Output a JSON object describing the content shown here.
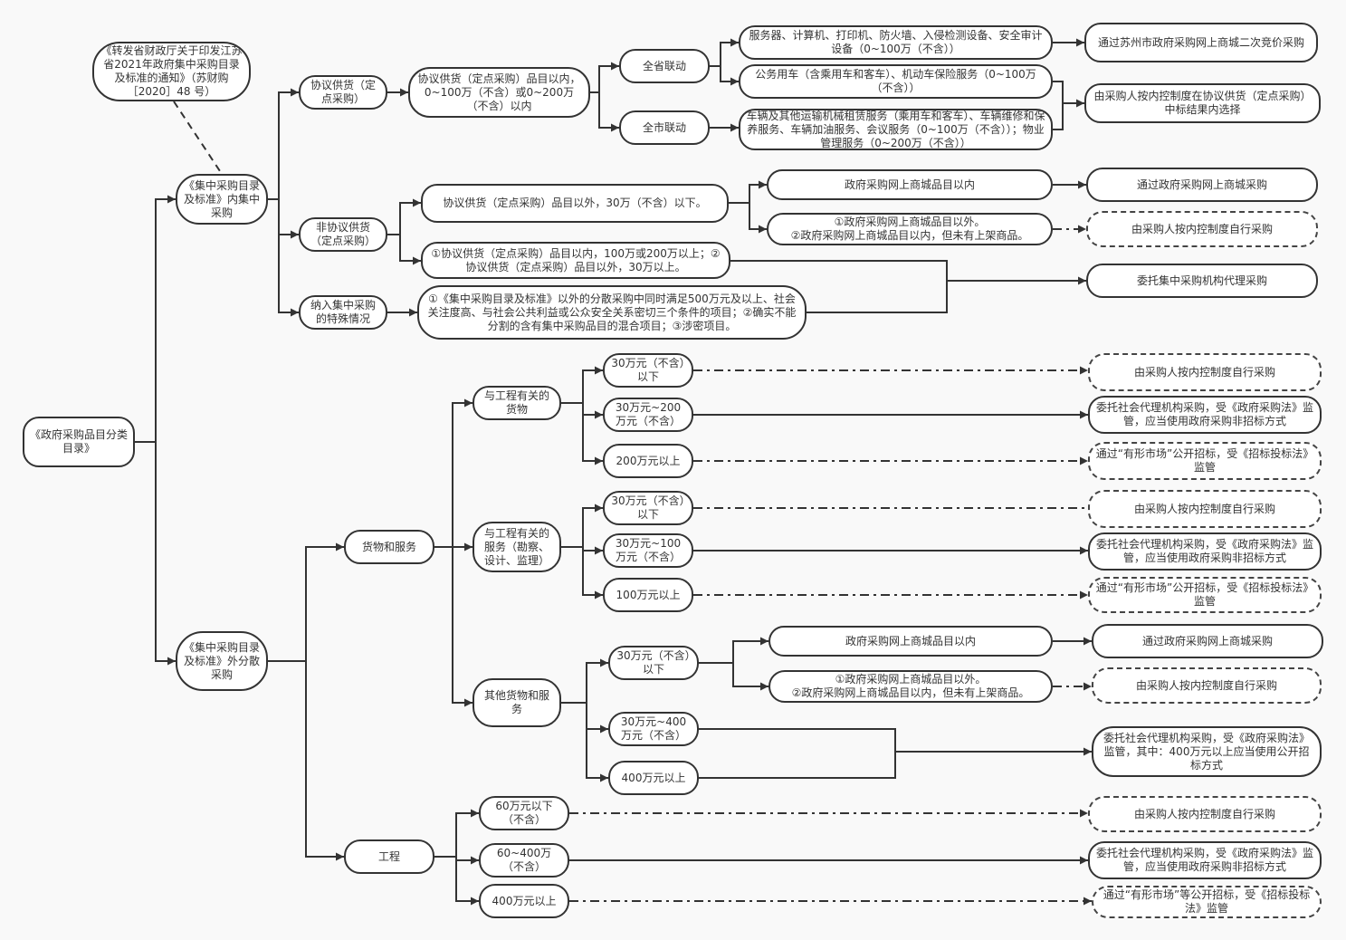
{
  "diagram": {
    "title": "《政府采购品目分类目录》",
    "colors": {
      "stroke": "#333333",
      "node_fill": "#ffffff",
      "background": "#f9f9f9",
      "text": "#333333"
    },
    "nodes": {
      "root": "《政府采购品目分类目录》",
      "notice": "《转发省财政厅关于印发江苏省2021年政府集中采购目录及标准的通知》（苏财购［2020］48 号）",
      "inside": "《集中采购目录及标准》内集中采购",
      "outside": "《集中采购目录及标准》外分散采购",
      "agreement": "协议供货（定点采购）",
      "non_agreement": "非协议供货（定点采购）",
      "special": "纳入集中采购的特殊情况",
      "agreement_range": "协议供货（定点采购）品目以内，0~100万（不含）或0~200万（不含）以内",
      "province": "全省联动",
      "city": "全市联动",
      "servers": "服务器、计算机、打印机、防火墙、入侵检测设备、安全审计设备（0~100万（不含））",
      "vehicles": "公务用车（含乘用车和客车）、机动车保险服务（0~100万（不含））",
      "rentals": "车辆及其他运输机械租赁服务（乘用车和客车）、车辆维修和保养服务、车辆加油服务、会议服务（0~100万（不含））；物业管理服务（0~200万（不含））",
      "suzhou_bid": "通过苏州市政府采购网上商城二次竞价采购",
      "select_in_agreement": "由采购人按内控制度在协议供货（定点采购）中标结果内选择",
      "outside_below30": "协议供货（定点采购）品目以外，30万（不含）以下。",
      "above_thresholds": "①协议供货（定点采购）品目以内，100万或200万以上；②协议供货（定点采购）品目以外，30万以上。",
      "special_desc": "①《集中采购目录及标准》以外的分散采购中同时满足500万元及以上、社会关注度高、与社会公共利益或公众安全关系密切三个条件的项目；②确实不能分割的含有集中采购品目的混合项目；③涉密项目。",
      "mall_in_1": "政府采购网上商城品目以内",
      "mall_out_1": "①政府采购网上商城品目以外。\n②政府采购网上商城品目以内，但未有上架商品。",
      "mall_buy_1": "通过政府采购网上商城采购",
      "self_1": "由采购人按内控制度自行采购",
      "central_agent": "委托集中采购机构代理采购",
      "goods_services": "货物和服务",
      "engineering": "工程",
      "eng_goods": "与工程有关的货物",
      "eng_services": "与工程有关的服务（勘察、设计、监理）",
      "other_goods": "其他货物和服务",
      "eg_below30": "30万元（不含）以下",
      "eg_30_200": "30万元~200万元（不含）",
      "eg_above200": "200万元以上",
      "es_below30": "30万元（不含）以下",
      "es_30_100": "30万元~100万元（不含）",
      "es_above100": "100万元以上",
      "og_below30": "30万元（不含）以下",
      "og_30_400": "30万元~400万元（不含）",
      "og_above400": "400万元以上",
      "en_below60": "60万元以下（不含）",
      "en_60_400": "60~400万（不含）",
      "en_above400": "400万元以上",
      "r_eg_self": "由采购人按内控制度自行采购",
      "r_eg_agent": "委托社会代理机构采购，受《政府采购法》监管，应当使用政府采购非招标方式",
      "r_eg_market": "通过“有形市场”公开招标，受《招标投标法》监管",
      "r_es_self": "由采购人按内控制度自行采购",
      "r_es_agent": "委托社会代理机构采购，受《政府采购法》监管，应当使用政府采购非招标方式",
      "r_es_market": "通过“有形市场”公开招标，受《招标投标法》监管",
      "mall_in_2": "政府采购网上商城品目以内",
      "mall_out_2": "①政府采购网上商城品目以外。\n②政府采购网上商城品目以内，但未有上架商品。",
      "mall_buy_2": "通过政府采购网上商城采购",
      "self_2": "由采购人按内控制度自行采购",
      "r_og_agent": "委托社会代理机构采购，受《政府采购法》监管，其中：400万元以上应当使用公开招标方式",
      "r_en_self": "由采购人按内控制度自行采购",
      "r_en_agent": "委托社会代理机构采购，受《政府采购法》监管，应当使用政府采购非招标方式",
      "r_en_market": "通过“有形市场”等公开招标，受《招标投标法》监管"
    }
  }
}
